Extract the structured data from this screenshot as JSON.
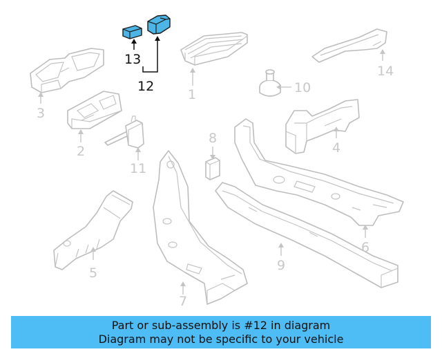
{
  "callouts": {
    "n1": "1",
    "n2": "2",
    "n3": "3",
    "n4": "4",
    "n5": "5",
    "n6": "6",
    "n7": "7",
    "n8": "8",
    "n9": "9",
    "n10": "10",
    "n11": "11",
    "n12": "12",
    "n13": "13",
    "n14": "14"
  },
  "banner": {
    "line1": "Part or sub-assembly is #12 in diagram",
    "line2": "Diagram may not be specific to your vehicle"
  },
  "colors": {
    "highlight": "#4cb5e5",
    "banner_bg": "#4fbdf5",
    "part_outline": "#bdbdbd"
  }
}
